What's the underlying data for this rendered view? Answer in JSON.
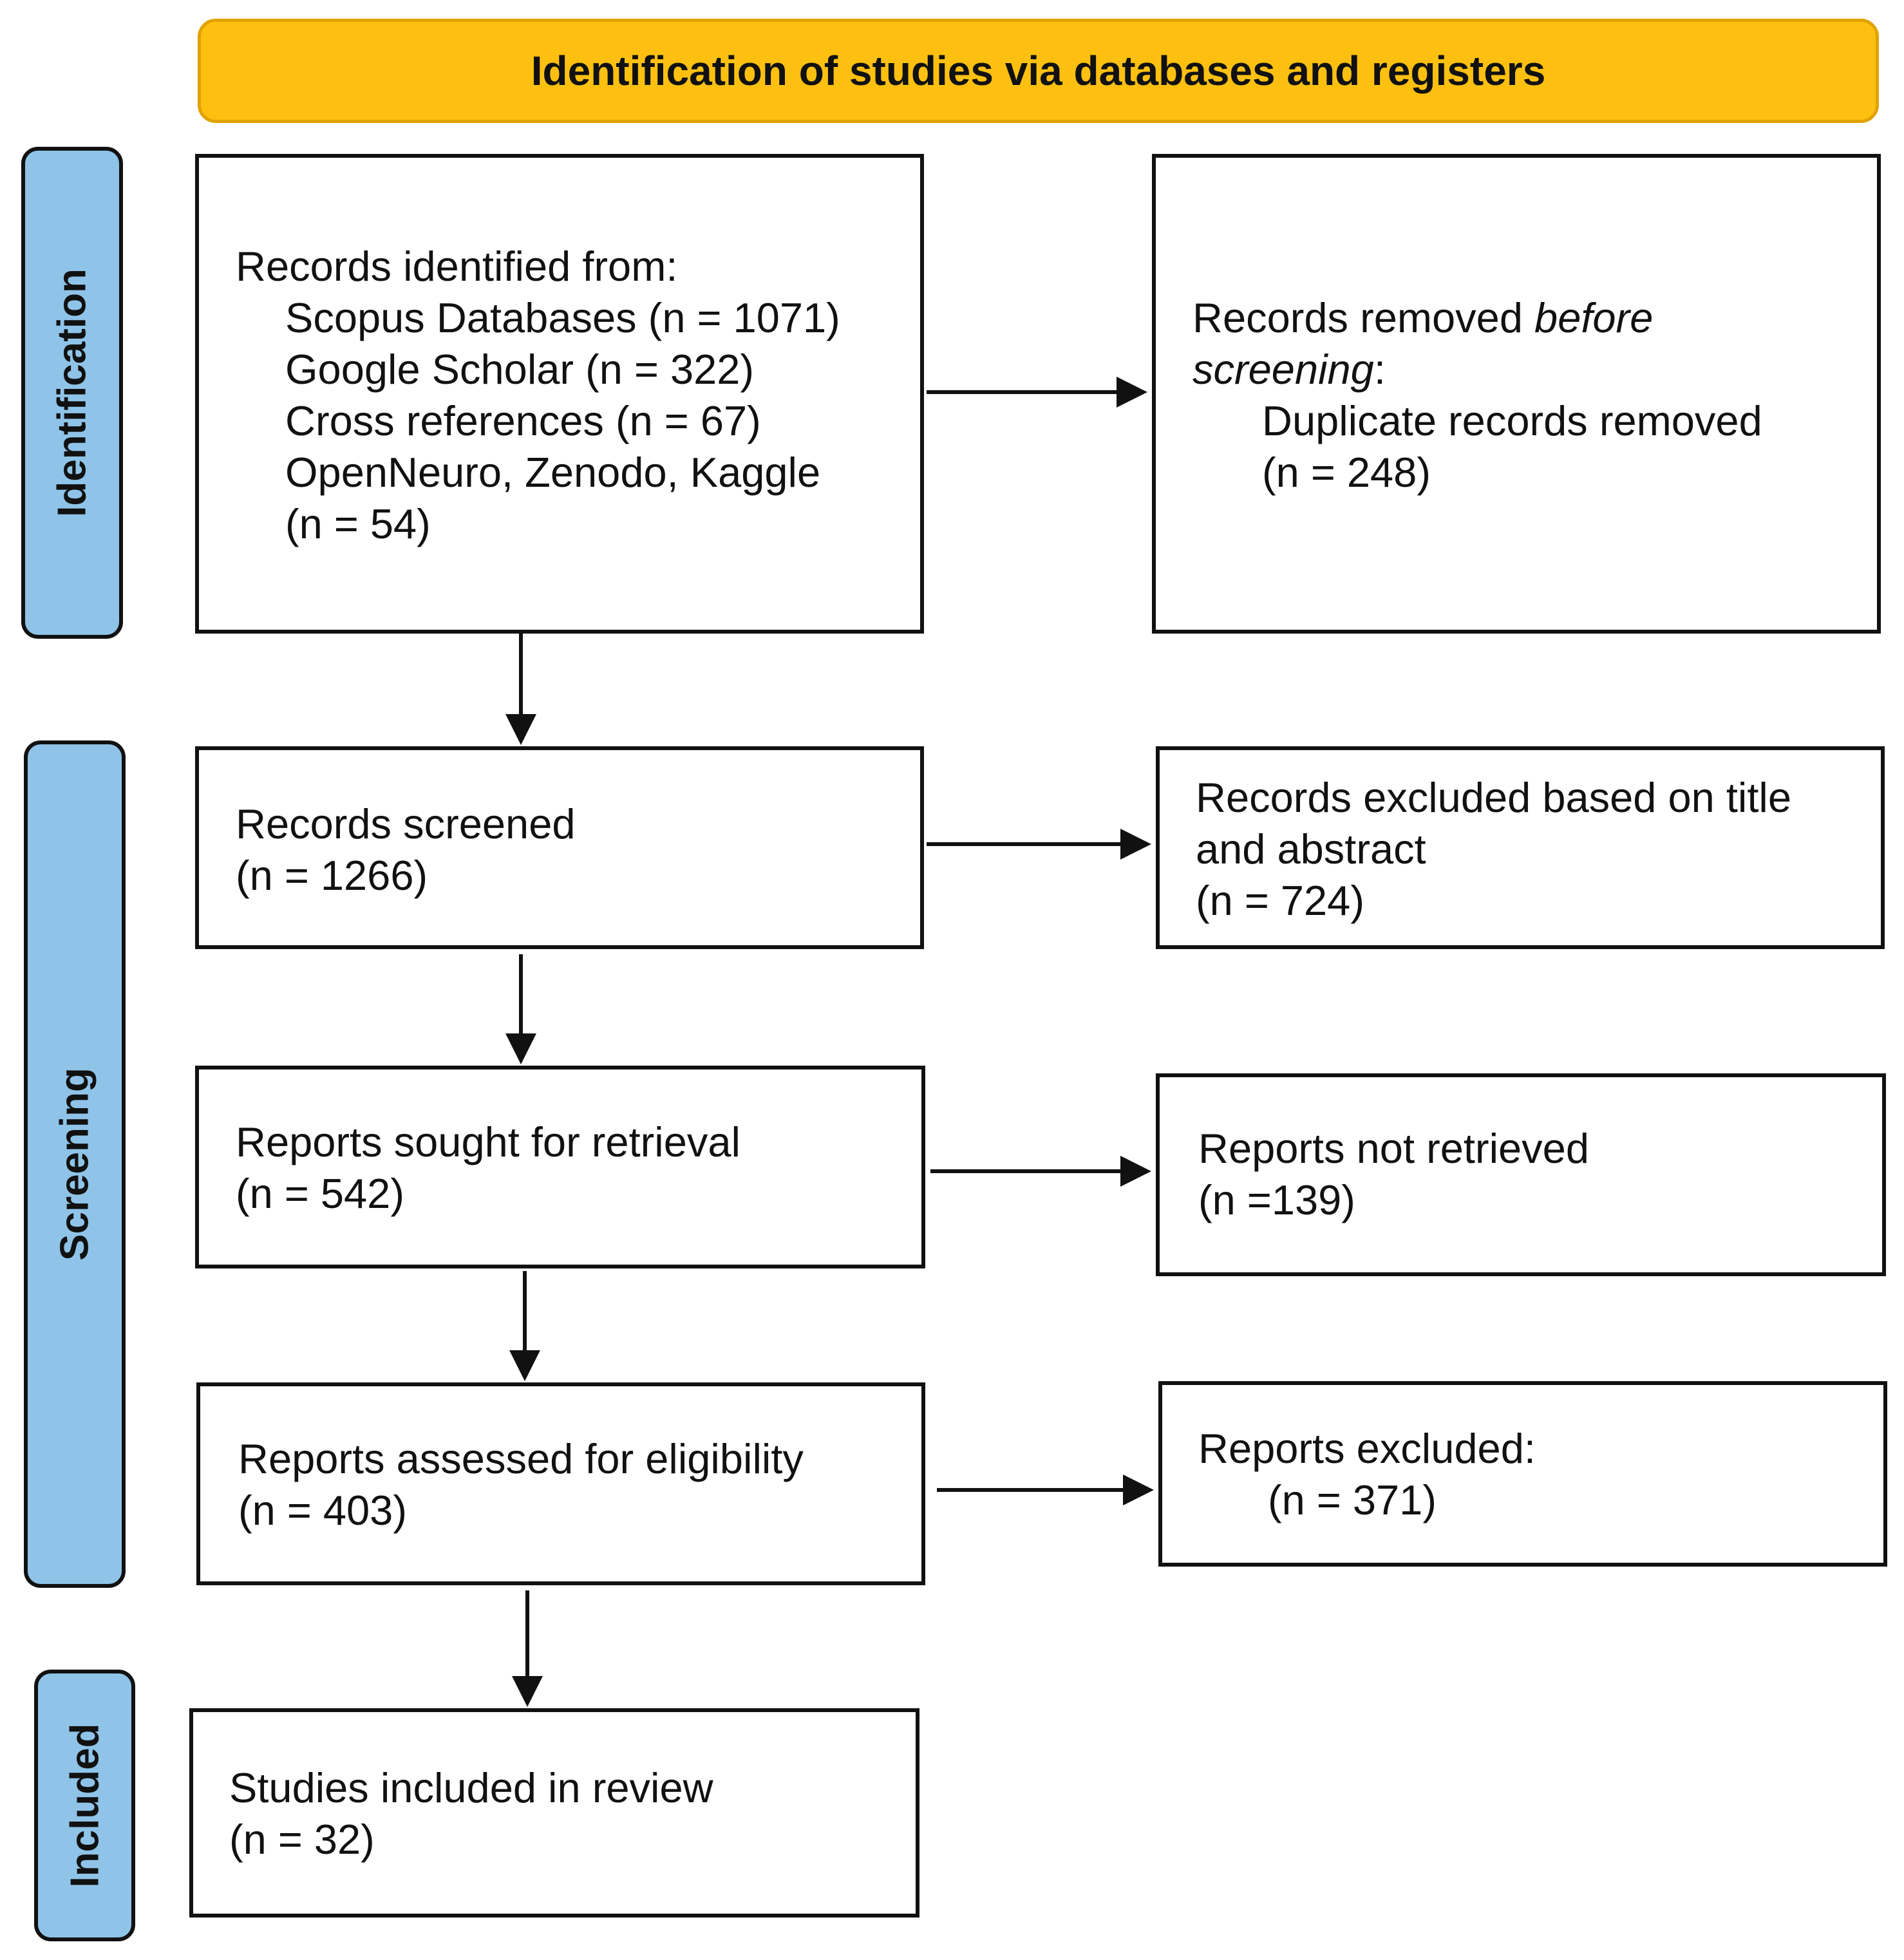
{
  "header": {
    "title": "Identification of studies via databases and registers"
  },
  "phases": {
    "identification": "Identification",
    "screening": "Screening",
    "included": "Included"
  },
  "identified": {
    "heading": "Records identified from:",
    "sources": [
      "Scopus Databases (n = 1071)",
      "Google Scholar (n = 322)",
      "Cross references (n = 67)",
      "OpenNeuro, Zenodo, Kaggle",
      "(n = 54)"
    ]
  },
  "removed": {
    "prefix": "Records removed ",
    "italic1": "before",
    "italic2": "screening",
    "suffix": ":",
    "line1": "Duplicate records removed",
    "line2": "(n = 248)"
  },
  "screened": {
    "label": "Records screened",
    "n": "(n = 1266)"
  },
  "excluded_title": {
    "line1": "Records excluded based on title",
    "line2": "and abstract",
    "n": "(n = 724)"
  },
  "sought": {
    "label": "Reports sought for retrieval",
    "n": "(n = 542)"
  },
  "not_retrieved": {
    "label": "Reports not retrieved",
    "n": "(n =139)"
  },
  "assessed": {
    "label": "Reports assessed for eligibility",
    "n": "(n = 403)"
  },
  "reports_excluded": {
    "label": "Reports excluded:",
    "n": "(n = 371)"
  },
  "included": {
    "label": "Studies included in review",
    "n": "(n = 32)"
  },
  "colors": {
    "header": "#fdc010",
    "phase": "#8fc4e8",
    "border": "#111111"
  }
}
